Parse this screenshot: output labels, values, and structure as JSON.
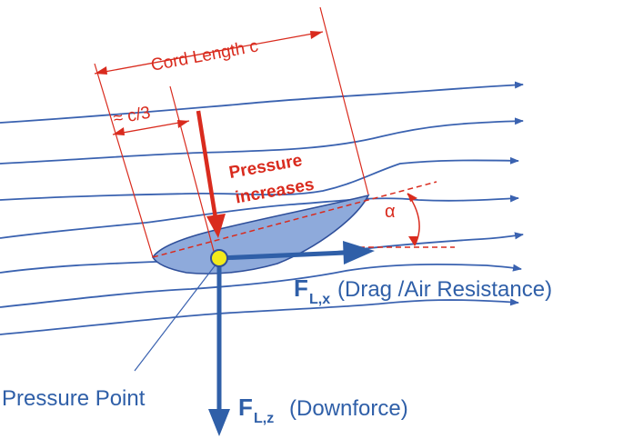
{
  "labels": {
    "cord_length": "Cord Length  c",
    "approx_third": "≈ c/3",
    "pressure_line1": "Pressure",
    "pressure_line2": "increases",
    "alpha": "α",
    "fx_main": "F",
    "fx_sub": "L,x",
    "fx_desc": "(Drag /Air Resistance)",
    "fz_main": "F",
    "fz_sub": "L,z",
    "fz_desc": "(Downforce)",
    "pressure_point": "Pressure Point"
  },
  "colors": {
    "annotation_red": "#d92b1e",
    "streamline_blue": "#3a62b0",
    "force_blue": "#2f5fa8",
    "wing_fill": "#8eaadb",
    "wing_edge": "#2f4f9a",
    "pressure_point": "#f2ea1b"
  }
}
